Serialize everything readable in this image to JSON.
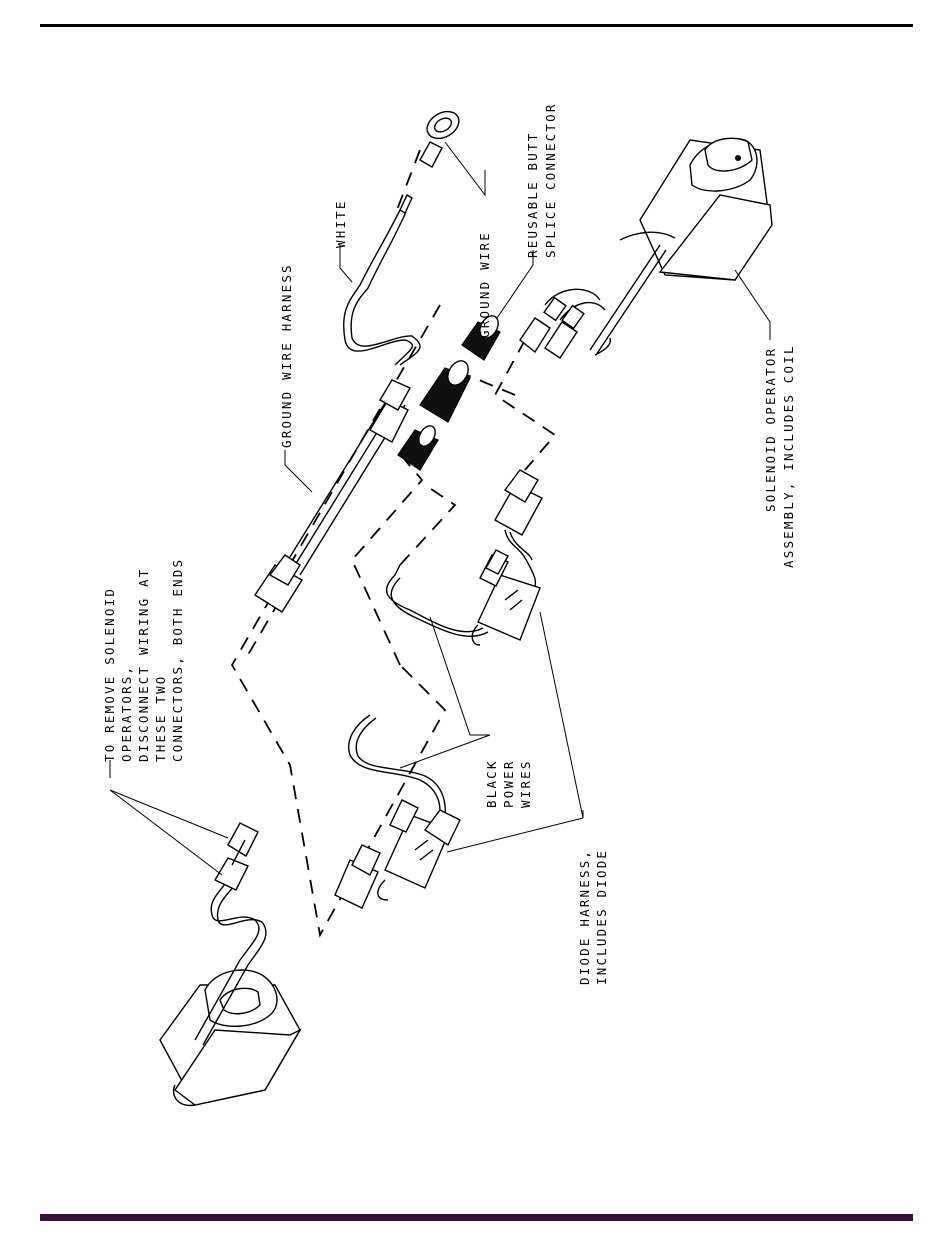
{
  "colors": {
    "footer_rule": "#3a0f3c",
    "header_rule": "#000000"
  },
  "labels": {
    "ground_wire_harness": "GROUND WIRE HARNESS",
    "white": "WHITE",
    "ground_wire": "GROUND WIRE",
    "butt_connector_1": "REUSABLE BUTT",
    "butt_connector_2": "SPLICE CONNECTOR",
    "solenoid_1": "SOLENOID OPERATOR",
    "solenoid_2": "ASSEMBLY, INCLUDES COIL",
    "remove_1": "TO REMOVE SOLENOID",
    "remove_2": "OPERATORS,",
    "remove_3": "DISCONNECT WIRING AT",
    "remove_4": "THESE TWO",
    "remove_5": "CONNECTORS, BOTH ENDS",
    "black_1": "BLACK",
    "black_2": "POWER",
    "black_3": "WIRES",
    "diode_1": "DIODE HARNESS,",
    "diode_2": "INCLUDES DIODE"
  }
}
